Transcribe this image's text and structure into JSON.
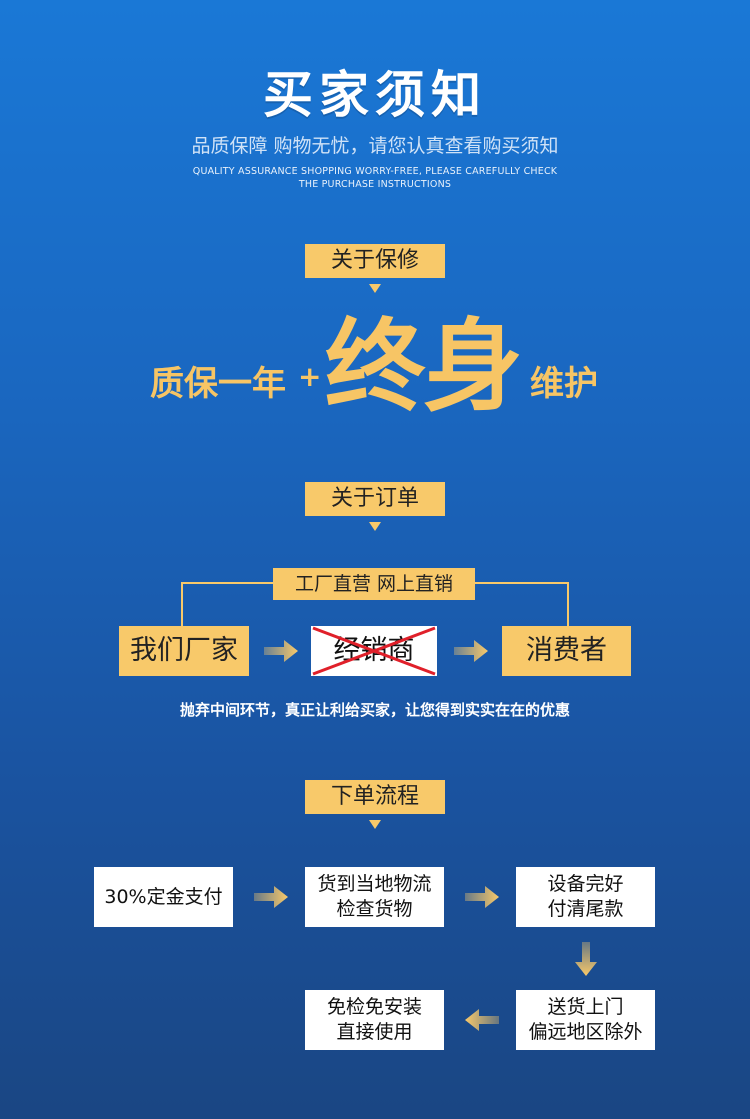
{
  "header": {
    "title": "买家须知",
    "subtitle": "品质保障 购物无忧，请您认真查看购买须知",
    "en_line1": "QUALITY ASSURANCE SHOPPING WORRY-FREE, PLEASE CAREFULLY CHECK",
    "en_line2": "THE PURCHASE INSTRUCTIONS"
  },
  "warranty": {
    "tag": "关于保修",
    "left_text": "质保一年",
    "plus": "+",
    "big_text": "终身",
    "right_text": "维护"
  },
  "order": {
    "tag": "关于订单",
    "bracket_label": "工厂直营 网上直销",
    "factory": "我们厂家",
    "dealer": "经销商",
    "consumer": "消费者",
    "description": "抛弃中间环节，真正让利给买家，让您得到实实在在的优惠"
  },
  "process": {
    "tag": "下单流程",
    "steps": [
      {
        "line1": "30%定金支付",
        "line2": ""
      },
      {
        "line1": "货到当地物流",
        "line2": "检查货物"
      },
      {
        "line1": "设备完好",
        "line2": "付清尾款"
      },
      {
        "line1": "送货上门",
        "line2": "偏远地区除外"
      },
      {
        "line1": "免检免安装",
        "line2": "直接使用"
      }
    ]
  },
  "colors": {
    "accent": "#f8c96a",
    "background_top": "#1a78d6",
    "background_bottom": "#1a4683",
    "cross": "#e0202a"
  },
  "icons": {
    "arrow": "arrow-right-icon"
  }
}
